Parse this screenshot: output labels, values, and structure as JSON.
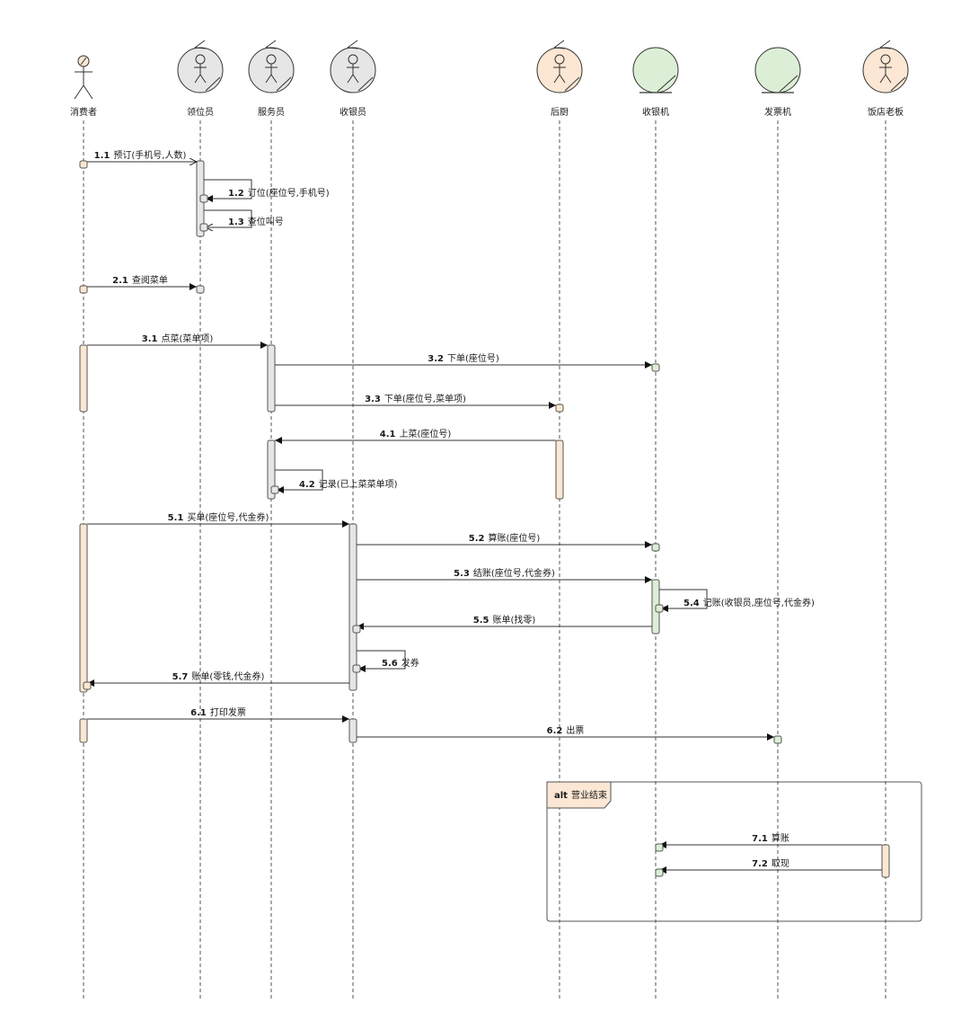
{
  "colors": {
    "actor_fill": "#fbe7d3",
    "control_fill": "#e6e6e6",
    "entity_fill": "#dcefd6",
    "line": "#333333",
    "frame": "#555555"
  },
  "participants": [
    {
      "id": "consumer",
      "label": "消费者",
      "kind": "actor",
      "color": "#fbe7d3"
    },
    {
      "id": "seater",
      "label": "领位员",
      "kind": "control-actor",
      "color": "#e6e6e6"
    },
    {
      "id": "waiter",
      "label": "服务员",
      "kind": "control-actor",
      "color": "#e6e6e6"
    },
    {
      "id": "cashier",
      "label": "收银员",
      "kind": "control-actor",
      "color": "#e6e6e6"
    },
    {
      "id": "kitchen",
      "label": "后厨",
      "kind": "control-actor",
      "color": "#fbe7d3"
    },
    {
      "id": "register",
      "label": "收银机",
      "kind": "entity",
      "color": "#dcefd6"
    },
    {
      "id": "invoice_machine",
      "label": "发票机",
      "kind": "entity",
      "color": "#dcefd6"
    },
    {
      "id": "owner",
      "label": "饭店老板",
      "kind": "control-actor",
      "color": "#fbe7d3"
    }
  ],
  "messages": [
    {
      "num": "1.1",
      "text": "预订(手机号,人数)",
      "from": "consumer",
      "to": "seater",
      "head": "open"
    },
    {
      "num": "1.2",
      "text": "订位(座位号,手机号)",
      "from": "seater",
      "to": "seater",
      "head": "filled"
    },
    {
      "num": "1.3",
      "text": "查位叫号",
      "from": "seater",
      "to": "seater",
      "head": "open"
    },
    {
      "num": "2.1",
      "text": "查阅菜单",
      "from": "consumer",
      "to": "seater",
      "head": "filled"
    },
    {
      "num": "3.1",
      "text": "点菜(菜单项)",
      "from": "consumer",
      "to": "waiter",
      "head": "filled"
    },
    {
      "num": "3.2",
      "text": "下单(座位号)",
      "from": "waiter",
      "to": "register",
      "head": "filled"
    },
    {
      "num": "3.3",
      "text": "下单(座位号,菜单项)",
      "from": "waiter",
      "to": "kitchen",
      "head": "filled"
    },
    {
      "num": "4.1",
      "text": "上菜(座位号)",
      "from": "kitchen",
      "to": "waiter",
      "head": "filled"
    },
    {
      "num": "4.2",
      "text": "记录(已上菜菜单项)",
      "from": "waiter",
      "to": "waiter",
      "head": "filled"
    },
    {
      "num": "5.1",
      "text": "买单(座位号,代金券)",
      "from": "consumer",
      "to": "cashier",
      "head": "filled"
    },
    {
      "num": "5.2",
      "text": "算账(座位号)",
      "from": "cashier",
      "to": "register",
      "head": "filled"
    },
    {
      "num": "5.3",
      "text": "结账(座位号,代金券)",
      "from": "cashier",
      "to": "register",
      "head": "filled"
    },
    {
      "num": "5.4",
      "text": "记账(收银员,座位号,代金券)",
      "from": "register",
      "to": "register",
      "head": "filled"
    },
    {
      "num": "5.5",
      "text": "账单(找零)",
      "from": "register",
      "to": "cashier",
      "head": "filled"
    },
    {
      "num": "5.6",
      "text": "发券",
      "from": "cashier",
      "to": "cashier",
      "head": "filled"
    },
    {
      "num": "5.7",
      "text": "账单(零钱,代金券)",
      "from": "cashier",
      "to": "consumer",
      "head": "filled"
    },
    {
      "num": "6.1",
      "text": "打印发票",
      "from": "consumer",
      "to": "cashier",
      "head": "filled"
    },
    {
      "num": "6.2",
      "text": "出票",
      "from": "cashier",
      "to": "invoice_machine",
      "head": "filled"
    },
    {
      "num": "7.1",
      "text": "算账",
      "from": "owner",
      "to": "register",
      "head": "filled"
    },
    {
      "num": "7.2",
      "text": "取现",
      "from": "owner",
      "to": "register",
      "head": "filled"
    }
  ],
  "fragment": {
    "keyword": "alt",
    "guard": "营业结束"
  }
}
